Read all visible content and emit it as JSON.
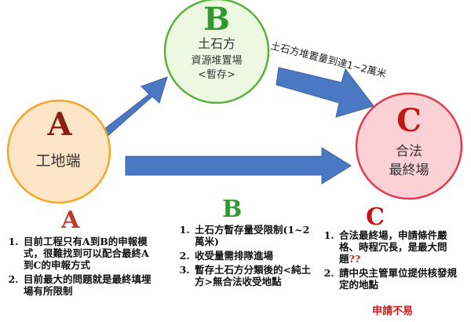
{
  "nodes": {
    "a": {
      "letter": "A",
      "label": "工地端",
      "fill": "#fde5c8",
      "stroke": "#f5a623"
    },
    "b": {
      "letter": "B",
      "line1": "土石方",
      "line2": "資源堆置場",
      "line3": "<暫存>",
      "fill": "#edf8e2",
      "stroke": "#5cb13a"
    },
    "c": {
      "letter": "C",
      "line1": "合法",
      "line2": "最終場",
      "fill": "#fbd1d6",
      "stroke": "#e23b4e"
    }
  },
  "arrow_bc_label": "土石方堆置量到達1~2萬米",
  "arrow_color": "#4a78c2",
  "panels": {
    "a": {
      "letter": "A",
      "items": [
        "目前工程只有A到B的申報模式，很難找到可以配合最終A到C的申報方式",
        "目前最大的問題就是最終填埋場有所限制"
      ]
    },
    "b": {
      "letter": "B",
      "items": [
        "土石方暫存量受限制(1~2萬米)",
        "收受量需排隊進場",
        "暫存土石方分類後的<純土方>無合法收受地點"
      ]
    },
    "c": {
      "letter": "C",
      "items": [
        "合法最終場，申請條件嚴格、時程冗長，是最大問題",
        "請中央主管單位提供核發規定的地點"
      ],
      "item1_suffix": "??",
      "note": "申請不易"
    }
  }
}
